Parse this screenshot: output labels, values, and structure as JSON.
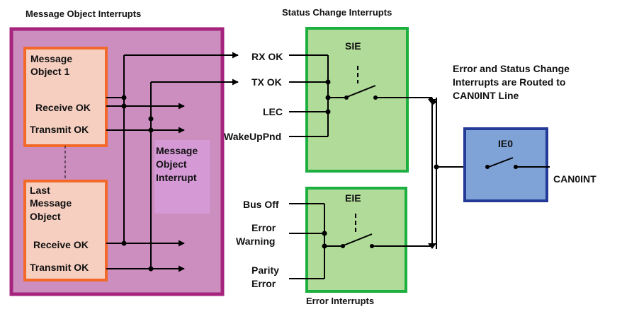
{
  "colors": {
    "outer_fill": "#CC8DBF",
    "outer_stroke": "#A6247E",
    "msg_fill": "#F6CFC0",
    "msg_stroke": "#F2692A",
    "status_fill": "#B0DB98",
    "status_stroke": "#1DAF3F",
    "ie_fill": "#7FA2D7",
    "ie_stroke": "#243A97",
    "highlight_fill": "#D59AD6",
    "line": "#000000"
  },
  "sections": {
    "message_object": "Message Object Interrupts",
    "status_change": "Status Change Interrupts",
    "error": "Error Interrupts"
  },
  "message_objects": {
    "first": {
      "title_line1": "Message",
      "title_line2": "Object 1",
      "receive": "Receive OK",
      "transmit": "Transmit OK"
    },
    "last": {
      "title_line1": "Last",
      "title_line2": "Message",
      "title_line3": "Object",
      "receive": "Receive OK",
      "transmit": "Transmit OK"
    }
  },
  "interrupt_label": {
    "line1": "Message",
    "line2": "Object",
    "line3": "Interrupt"
  },
  "status_inputs": {
    "rx": "RX OK",
    "tx": "TX OK",
    "lec": "LEC",
    "wakeup": "WakeUpPnd"
  },
  "error_inputs": {
    "bus_off": "Bus Off",
    "warning_line1": "Error",
    "warning_line2": "Warning",
    "parity_line1": "Parity",
    "parity_line2": "Error"
  },
  "switches": {
    "sie": "SIE",
    "eie": "EIE",
    "ie0": "IE0"
  },
  "note": {
    "line1": "Error and Status Change",
    "line2": "Interrupts are Routed to",
    "line3": "CAN0INT Line"
  },
  "output": "CAN0INT"
}
